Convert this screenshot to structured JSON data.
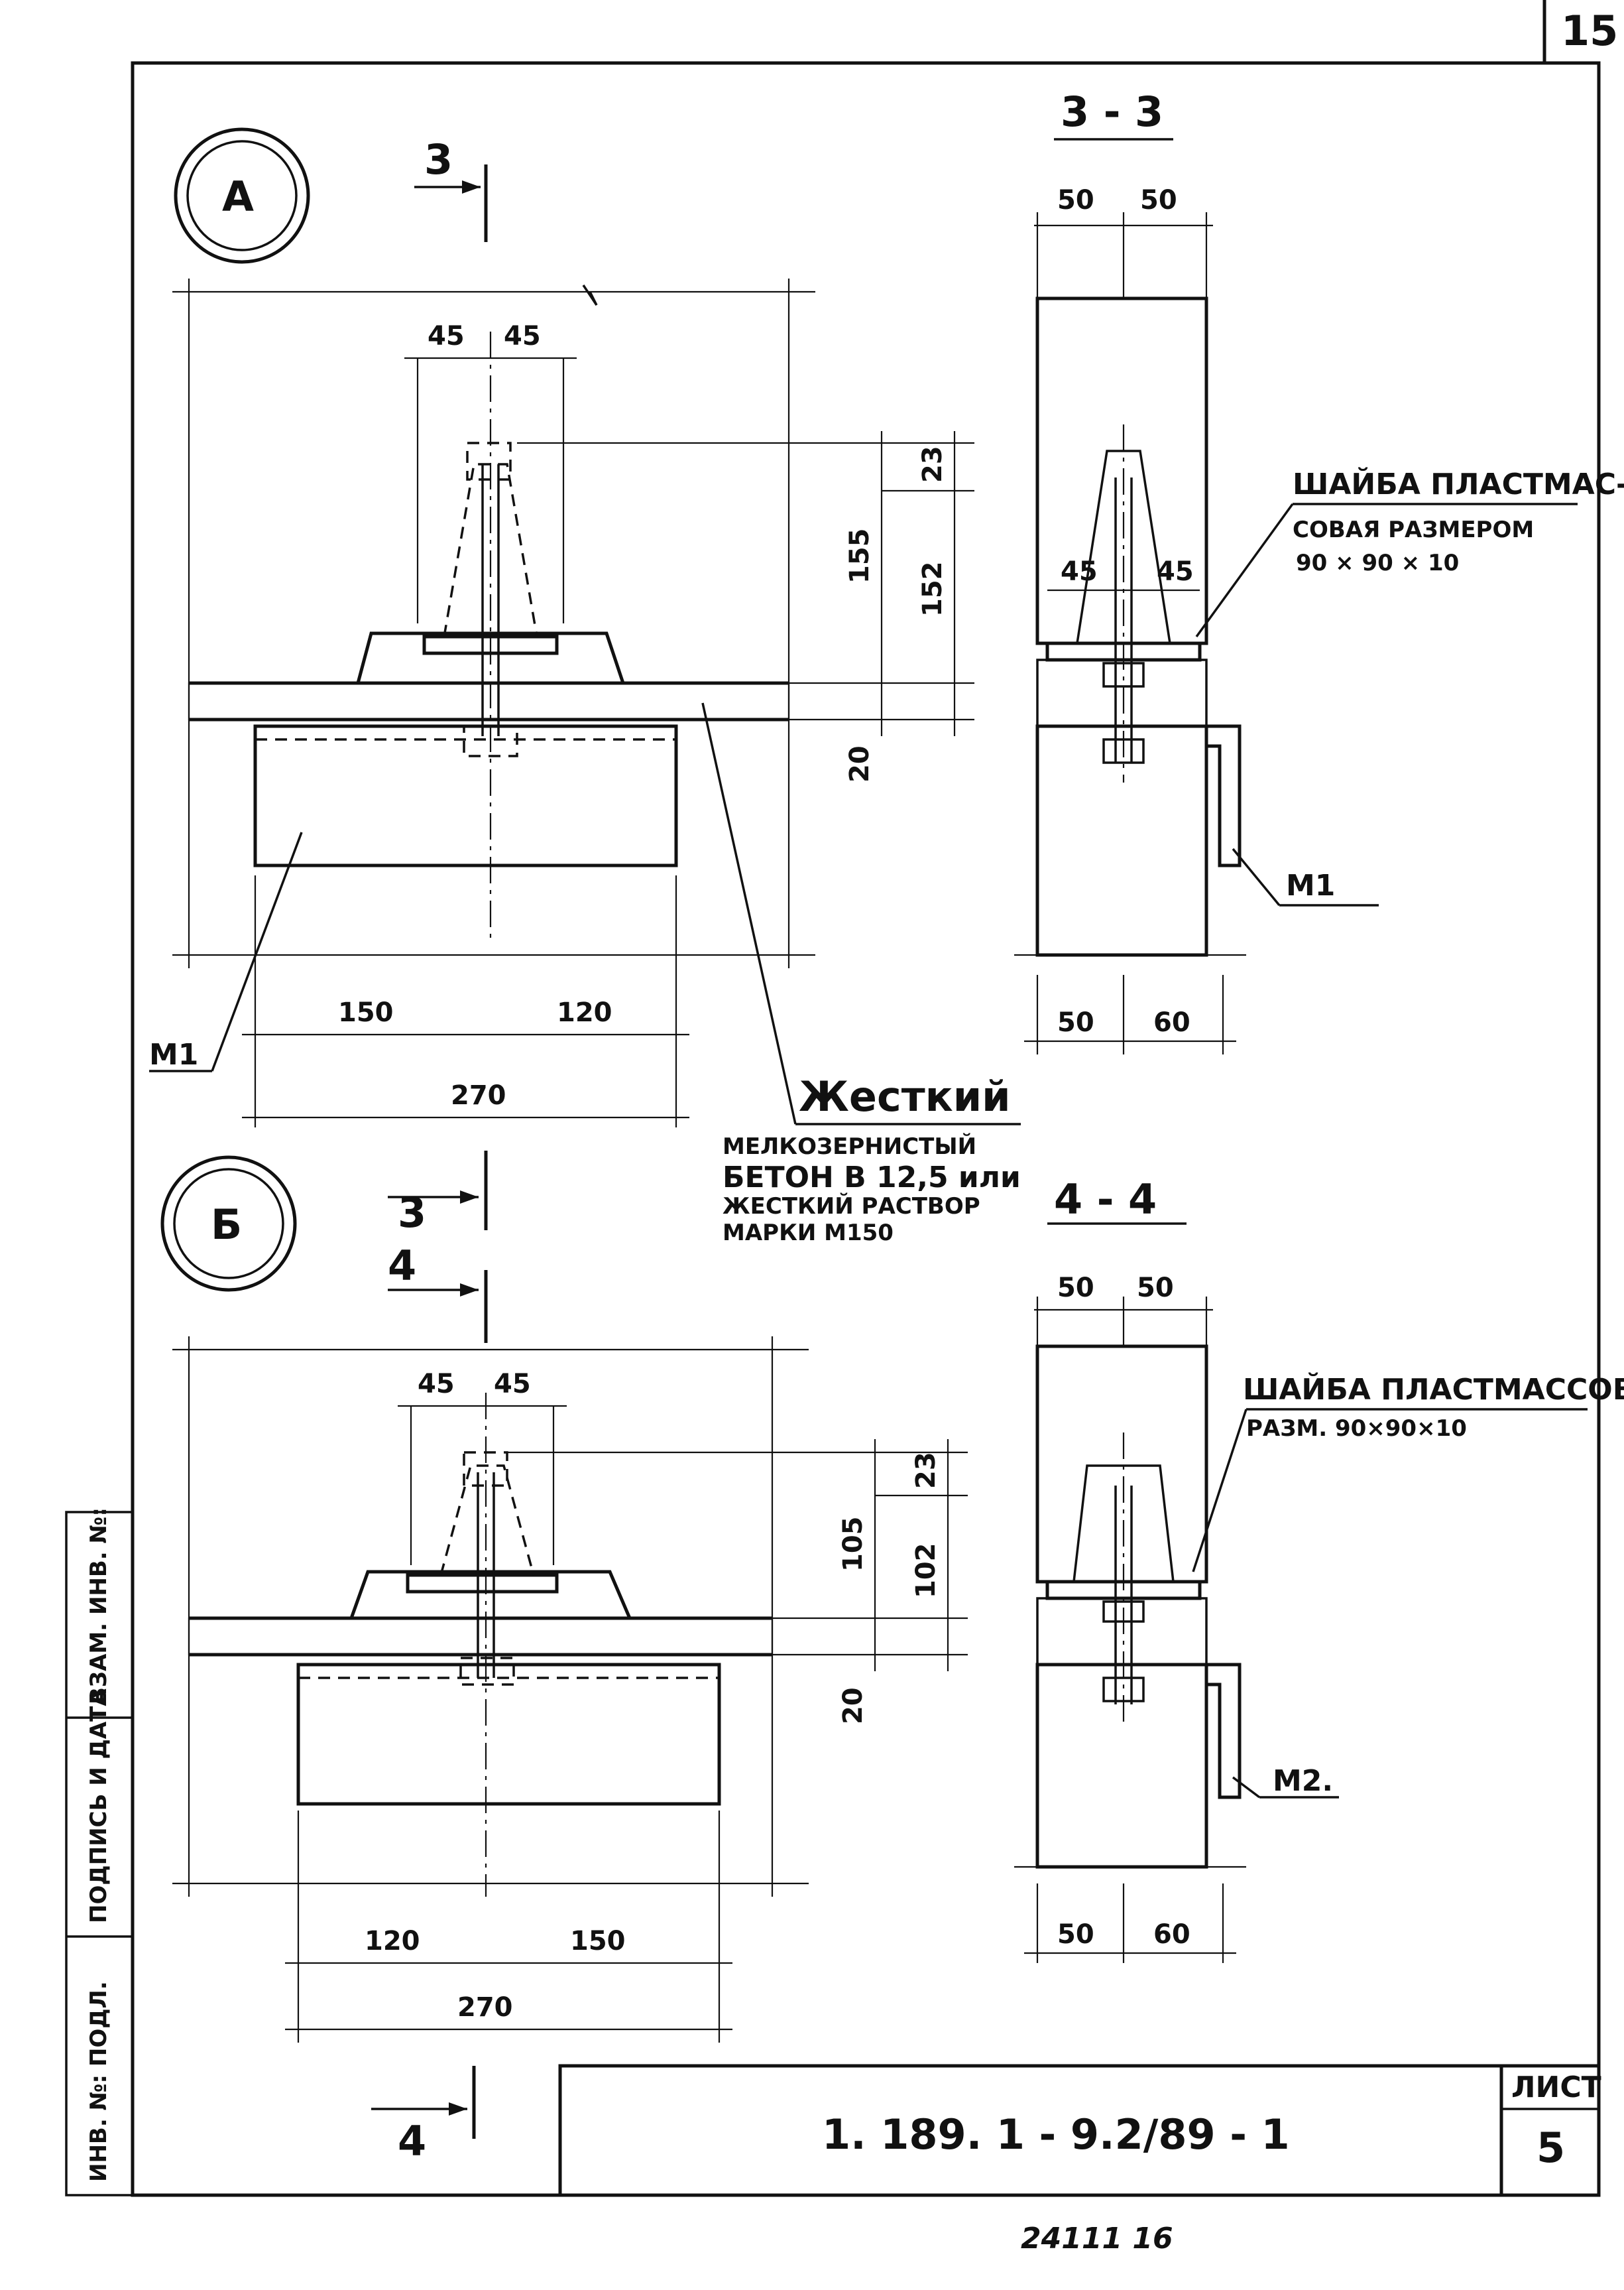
{
  "page_number": "15",
  "views": {
    "a": {
      "label": "А"
    },
    "b": {
      "label": "Б"
    }
  },
  "sections": {
    "s33": {
      "title": "3 - 3"
    },
    "s44": {
      "title": "4 - 4"
    }
  },
  "cut_marks": {
    "three_a": "3",
    "three_b": "3",
    "four_a": "4",
    "four_b": "4"
  },
  "dimensions": {
    "a_45_left": "45",
    "a_45_right": "45",
    "a_155": "155",
    "a_152": "152",
    "a_23": "23",
    "a_20": "20",
    "a_150": "150",
    "a_120": "120",
    "a_270": "270",
    "s33_50_left": "50",
    "s33_50_right": "50",
    "s33_45_left": "45",
    "s33_45_right": "45",
    "s33_bot_50": "50",
    "s33_bot_60": "60",
    "b_45_left": "45",
    "b_45_right": "45",
    "b_105": "105",
    "b_102": "102",
    "b_23": "23",
    "b_20": "20",
    "b_120": "120",
    "b_150": "150",
    "b_270": "270",
    "s44_50_left": "50",
    "s44_50_right": "50",
    "s44_bot_50": "50",
    "s44_bot_60": "60"
  },
  "labels": {
    "m1_a": "М1",
    "m1_s33": "М1",
    "m2_s44": "М2.",
    "washer_a_line1": "ШАЙБА ПЛАСТМАС-",
    "washer_a_line2": "СОВАЯ РАЗМЕРОМ",
    "washer_a_line3": "90 × 90 × 10",
    "washer_b_line1": "ШАЙБА ПЛАСТМАССОВАЯ",
    "washer_b_line2": "РАЗМ. 90×90×10",
    "concrete_title": "Жесткий",
    "concrete_line1": "МЕЛКОЗЕРНИСТЫЙ",
    "concrete_line2": "БЕТОН В 12,5 или",
    "concrete_line3": "ЖЕСТКИЙ РАСТВОР",
    "concrete_line4": "МАРКИ М150"
  },
  "side_stamp": {
    "cells": [
      "ИНВ. №: ПОДЛ.",
      "ПОДПИСЬ И ДАТА",
      "ВЗАМ. ИНВ. №:"
    ]
  },
  "title_block": {
    "doc_code": "1. 189. 1 - 9.2/89 - 1",
    "sheet_label": "ЛИСТ",
    "sheet_number": "5"
  },
  "bottom_note": "24111  16"
}
